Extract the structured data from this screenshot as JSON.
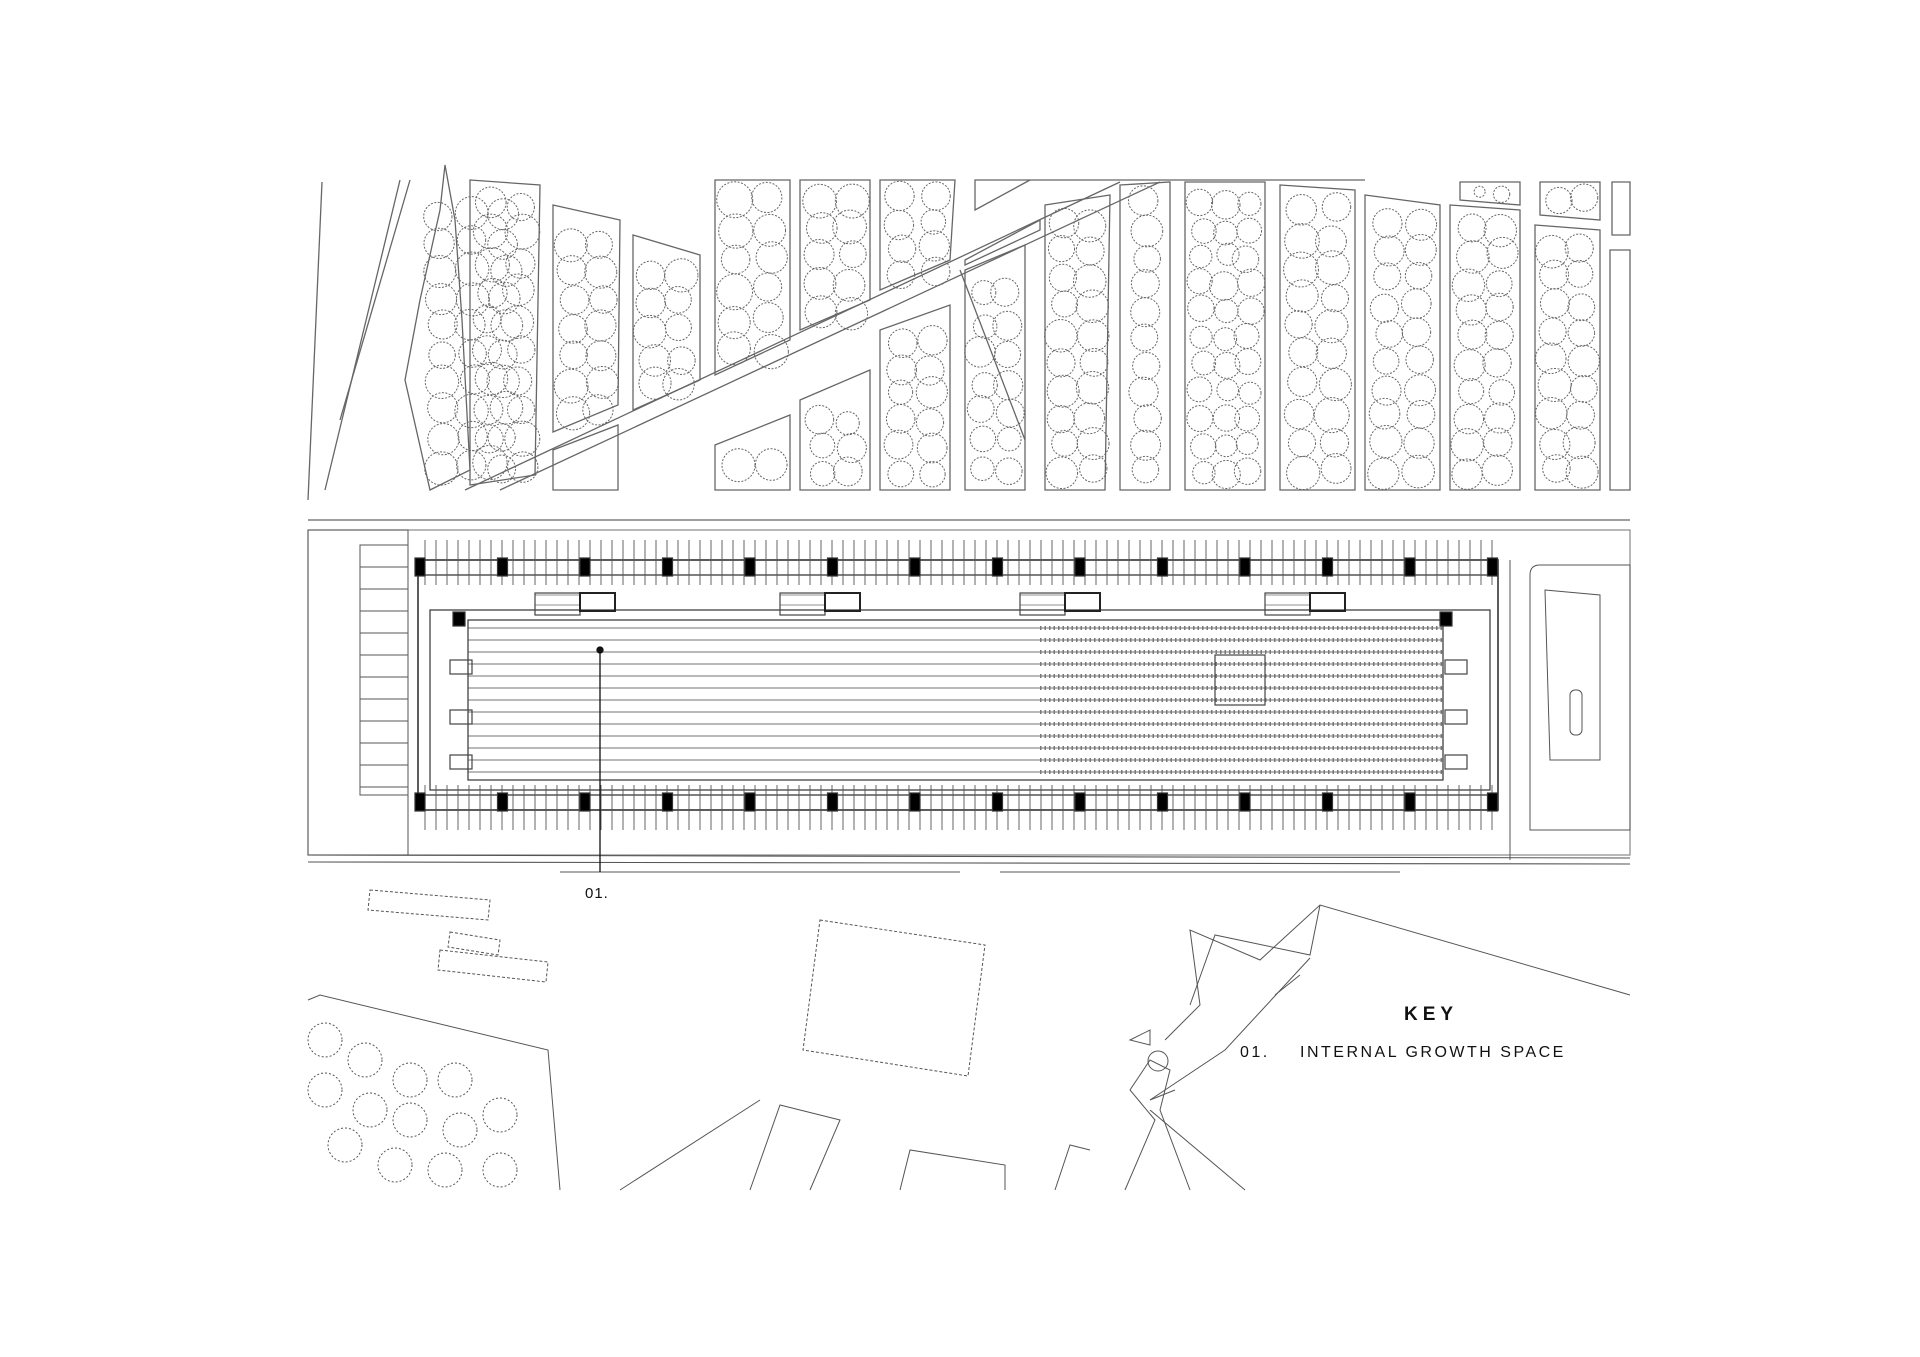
{
  "plan": {
    "callout_label": "01."
  },
  "key": {
    "title": "KEY",
    "items": [
      {
        "number": "01.",
        "label": "INTERNAL GROWTH SPACE"
      }
    ]
  },
  "colors": {
    "line": "#555555",
    "column": "#000000",
    "tree": "#666666"
  }
}
